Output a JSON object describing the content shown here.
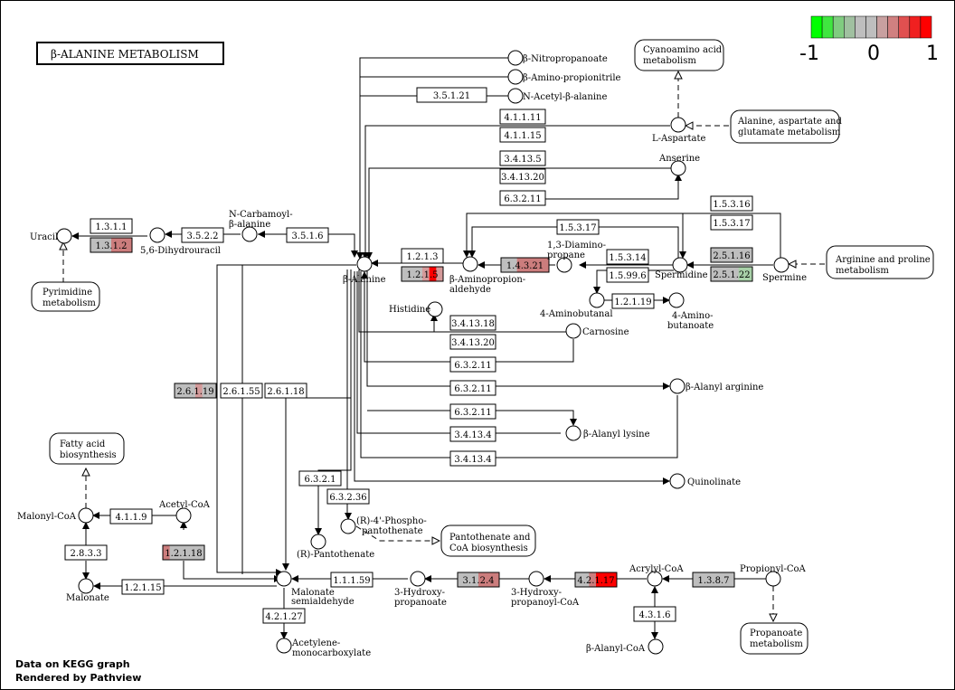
{
  "title": "β-ALANINE METABOLISM",
  "legend": {
    "colors": [
      "#00ff00",
      "#40e640",
      "#80cc80",
      "#a0c0a0",
      "#bebebe",
      "#bebebe",
      "#c8a0a0",
      "#d08080",
      "#e05050",
      "#f02020",
      "#ff0000"
    ],
    "labels": [
      "-1",
      "0",
      "1"
    ]
  },
  "footer": {
    "line1": "Data on KEGG graph",
    "line2": "Rendered by Pathview"
  },
  "compounds": {
    "b_alanine": "β-Alanine",
    "nitropropanoate": "β-Nitropropanoate",
    "aminopropionitrile": "β-Amino-propionitrile",
    "acetyl_b_alanine": "N-Acetyl-β-alanine",
    "l_aspartate": "L-Aspartate",
    "anserine": "Anserine",
    "uracil": "Uracil",
    "dihydrouracil": "5,6-Dihydrouracil",
    "carbamoyl_1": "N-Carbamoyl-",
    "carbamoyl_2": "β-alanine",
    "aminopropion_1": "β-Aminopropion-",
    "aminopropion_2": "aldehyde",
    "diaminopropane_1": "1,3-Diamino-",
    "diaminopropane_2": "propane",
    "spermidine": "Spermidine",
    "spermine": "Spermine",
    "aminobutanal": "4-Aminobutanal",
    "aminobutanoate_1": "4-Amino-",
    "aminobutanoate_2": "butanoate",
    "histidine": "Histidine",
    "carnosine": "Carnosine",
    "alanyl_arginine": "β-Alanyl arginine",
    "alanyl_lysine": "β-Alanyl lysine",
    "quinolinate": "Quinolinate",
    "malonyl_coa": "Malonyl-CoA",
    "acetyl_coa": "Acetyl-CoA",
    "malonate": "Malonate",
    "phosphopantothenate_1": "(R)-4'-Phospho-",
    "phosphopantothenate_2": "pantothenate",
    "pantothenate": "(R)-Pantothenate",
    "malonate_semi_1": "Malonate",
    "malonate_semi_2": "semialdehyde",
    "hydroxypropanoate_1": "3-Hydroxy-",
    "hydroxypropanoate_2": "propanoate",
    "hydroxypropanoyl_1": "3-Hydroxy-",
    "hydroxypropanoyl_2": "propanoyl-CoA",
    "acrylyl_coa": "Acrylyl-CoA",
    "propionyl_coa": "Propionyl-CoA",
    "acetylene_1": "Acetylene-",
    "acetylene_2": "monocarboxylate",
    "alanyl_coa": "β-Alanyl-CoA"
  },
  "maps": {
    "cyanoamino_1": "Cyanoamino acid",
    "cyanoamino_2": "metabolism",
    "alanine_1": "Alanine, aspartate and",
    "alanine_2": "glutamate metabolism",
    "arginine_1": "Arginine and proline",
    "arginine_2": "metabolism",
    "pyrimidine_1": "Pyrimidine",
    "pyrimidine_2": "metabolism",
    "fatty_1": "Fatty acid",
    "fatty_2": "biosynthesis",
    "pantothenate_1": "Pantothenate and",
    "pantothenate_2": "CoA biosynthesis",
    "propanoate_1": "Propanoate",
    "propanoate_2": "metabolism"
  },
  "enzymes": {
    "e_3_5_1_21": "3.5.1.21",
    "e_4_1_1_11": "4.1.1.11",
    "e_4_1_1_15": "4.1.1.15",
    "e_3_4_13_5a": "3.4.13.5",
    "e_3_4_13_20a": "3.4.13.20",
    "e_6_3_2_11a": "6.3.2.11",
    "e_1_3_1_1": "1.3.1.1",
    "e_1_3_1_2": "1.3.1.2",
    "e_3_5_2_2": "3.5.2.2",
    "e_3_5_1_6": "3.5.1.6",
    "e_1_2_1_3": "1.2.1.3",
    "e_1_2_1_5": "1.2.1.5",
    "e_1_4_3_21": "1.4.3.21",
    "e_1_5_3_17a": "1.5.3.17",
    "e_1_5_3_16": "1.5.3.16",
    "e_1_5_3_17b": "1.5.3.17",
    "e_1_5_3_14": "1.5.3.14",
    "e_1_5_99_6": "1.5.99.6",
    "e_2_5_1_16": "2.5.1.16",
    "e_2_5_1_22": "2.5.1.22",
    "e_1_2_1_19": "1.2.1.19",
    "e_3_4_13_18": "3.4.13.18",
    "e_3_4_13_20b": "3.4.13.20",
    "e_6_3_2_11b": "6.3.2.11",
    "e_6_3_2_11c": "6.3.2.11",
    "e_6_3_2_11d": "6.3.2.11",
    "e_3_4_13_4a": "3.4.13.4",
    "e_3_4_13_4b": "3.4.13.4",
    "e_2_6_1_19": "2.6.1.19",
    "e_2_6_1_55": "2.6.1.55",
    "e_2_6_1_18": "2.6.1.18",
    "e_6_3_2_1": "6.3.2.1",
    "e_6_3_2_36": "6.3.2.36",
    "e_4_1_1_9": "4.1.1.9",
    "e_2_8_3_3": "2.8.3.3",
    "e_1_2_1_18": "1.2.1.18",
    "e_1_2_1_15": "1.2.1.15",
    "e_1_1_1_59": "1.1.1.59",
    "e_3_1_2_4": "3.1.2.4",
    "e_4_2_1_17": "4.2.1.17",
    "e_1_3_8_7": "1.3.8.7",
    "e_4_3_1_6": "4.3.1.6",
    "e_4_2_1_27": "4.2.1.27"
  }
}
